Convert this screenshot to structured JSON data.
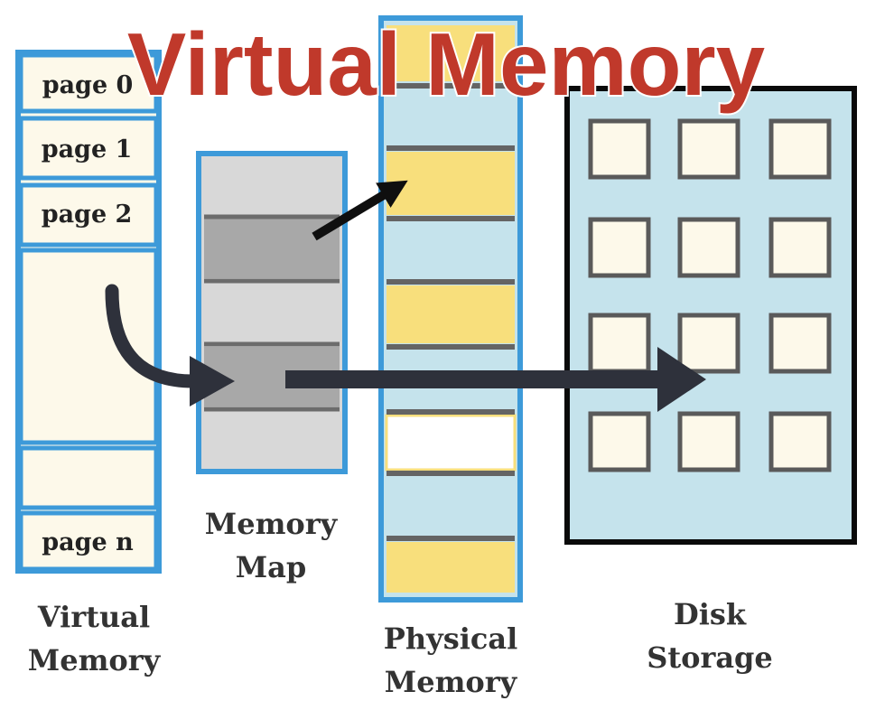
{
  "title": "Virtual Memory",
  "virtual_memory": {
    "label_line1": "Virtual",
    "label_line2": "Memory",
    "pages": [
      "page 0",
      "page 1",
      "page 2",
      "page n"
    ]
  },
  "memory_map": {
    "label_line1": "Memory",
    "label_line2": "Map"
  },
  "physical_memory": {
    "label_line1": "Physical",
    "label_line2": "Memory"
  },
  "disk_storage": {
    "label_line1": "Disk",
    "label_line2": "Storage"
  },
  "colors": {
    "title": "#c0392b",
    "outline_blue": "#3d9ad9",
    "cream": "#fdf9ea",
    "physical_bg": "#c5e3ec",
    "yellow": "#f8df7c",
    "map_light": "#d8d8d8",
    "map_dark": "#a8a8a8",
    "arrow": "#2e313b"
  }
}
